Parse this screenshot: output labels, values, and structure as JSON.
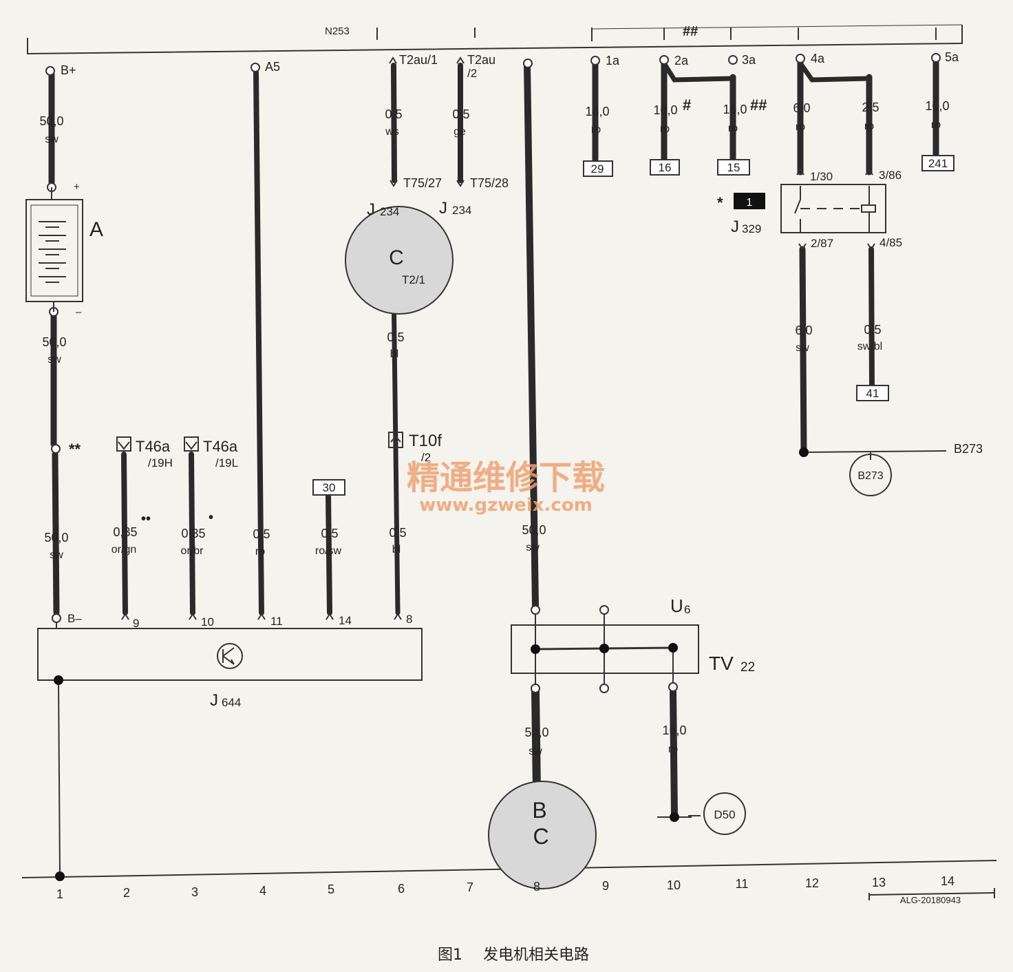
{
  "caption": {
    "prefix": "图1",
    "text": "发电机相关电路"
  },
  "watermark": {
    "cn": "精通维修下载",
    "url": "www.gzweix.com",
    "color": "#f0a070"
  },
  "colors": {
    "wire": "#2a2a2a",
    "paper": "#f4f3ee",
    "component": "#d8d8d8"
  },
  "top_labels": {
    "n253": "N253",
    "hash2": "##"
  },
  "column_numbers": [
    "1",
    "2",
    "3",
    "4",
    "5",
    "6",
    "7",
    "8",
    "9",
    "10",
    "11",
    "12",
    "13",
    "14"
  ],
  "connectors": {
    "bplus": "B+",
    "a5": "A5",
    "t2au1": "T2au/1",
    "t2au2a": "T2au",
    "t2au2b": "/2",
    "c1a": "1a",
    "c2a": "2a",
    "c3a": "3a",
    "c4a": "4a",
    "c5a": "5a",
    "t7527": "T75/27",
    "t7528": "T75/28",
    "t21": "T2/1",
    "t46a1": "T46a",
    "t46a1s": "/19H",
    "t46a2": "T46a",
    "t46a2s": "/19L",
    "t10f": "T10f",
    "t10fs": "/2",
    "p130": "1/30",
    "p386": "3/86",
    "p287": "2/87",
    "p485": "4/85",
    "bminus": "B–",
    "p9": "9",
    "p10": "10",
    "p11": "11",
    "p14": "14",
    "p8": "8",
    "plus": "+",
    "minus": "–"
  },
  "wires": {
    "w1a": {
      "size": "50,0",
      "color": "sw"
    },
    "w1b": {
      "size": "50,0",
      "color": "sw"
    },
    "w1c": {
      "size": "50,0",
      "color": "sw"
    },
    "w2": {
      "size": "0,35",
      "color": "or/gn"
    },
    "w3": {
      "size": "0,35",
      "color": "or/br"
    },
    "w4": {
      "size": "0,5",
      "color": "ro"
    },
    "w5": {
      "size": "0,5",
      "color": "ro/sw"
    },
    "w6a": {
      "size": "0,5",
      "color": "ws"
    },
    "w7a": {
      "size": "0,5",
      "color": "ge"
    },
    "w6b": {
      "size": "0,5",
      "color": "bl"
    },
    "w6c": {
      "size": "0,5",
      "color": "bl"
    },
    "w8a": {
      "size": "50,0",
      "color": "sw"
    },
    "w8b": {
      "size": "50,0",
      "color": "sw"
    },
    "w9": {
      "size": "16,0",
      "color": "ro"
    },
    "w10a": {
      "size": "10,0",
      "color": "ro"
    },
    "w11": {
      "size": "16,0",
      "color": "ro"
    },
    "w12a": {
      "size": "6,0",
      "color": "ro"
    },
    "w13a": {
      "size": "2,5",
      "color": "ro"
    },
    "w14": {
      "size": "10,0",
      "color": "ro"
    },
    "w12b": {
      "size": "6,0",
      "color": "sw"
    },
    "w13b": {
      "size": "0,5",
      "color": "sw/bl"
    },
    "w10b": {
      "size": "16,0",
      "color": "ro"
    }
  },
  "marks": {
    "hash1": "#",
    "hash2": "##",
    "star2": "**",
    "dots2": "••",
    "dot1": "•",
    "star1": "*"
  },
  "boxes": {
    "b29": "29",
    "b16": "16",
    "b15": "15",
    "b241": "241",
    "b30": "30",
    "b41": "41"
  },
  "components": {
    "battery": "A",
    "j234": "J",
    "j234sub": "234",
    "j234b": "J",
    "j234bsub": "234",
    "alt_c": "C",
    "j329": "J",
    "j329sub": "329",
    "j329num": "1",
    "j644": "J",
    "j644sub": "644",
    "u6": "U",
    "u6sub": "6",
    "tv22": "TV",
    "tv22sub": "22",
    "starter_b": "B",
    "starter_c": "C"
  },
  "grounds": {
    "b273": "B273",
    "b273c": "B273",
    "d50": "D50"
  },
  "footer_code": "ALG-20180943"
}
